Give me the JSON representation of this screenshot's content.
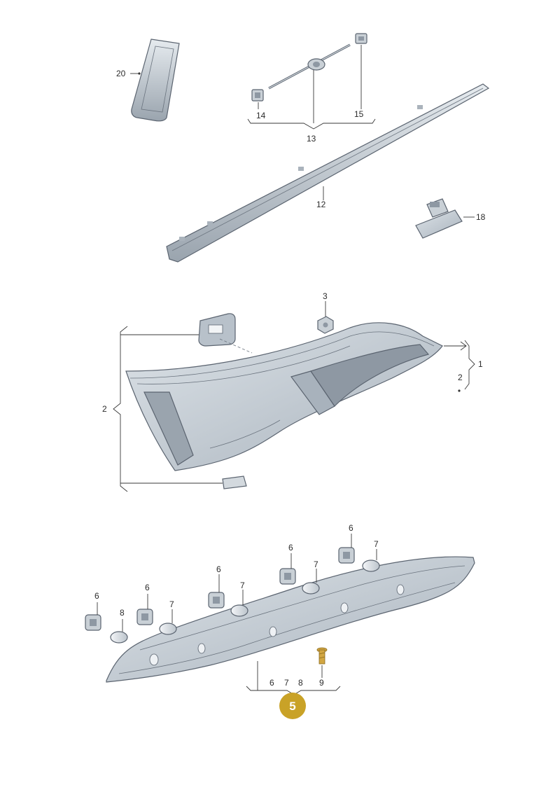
{
  "diagram": {
    "callouts": {
      "c20": "20",
      "c14": "14",
      "c13": "13",
      "c15": "15",
      "c12": "12",
      "c18": "18",
      "c3": "3",
      "c1": "1",
      "c2_right": "2",
      "c2_left": "2",
      "c6_a": "6",
      "c8_a": "8",
      "c6_b": "6",
      "c7_b": "7",
      "c6_c": "6",
      "c7_c": "7",
      "c6_d": "6",
      "c7_d": "7",
      "c6_e": "6",
      "c7_e": "7",
      "c6_f": "6",
      "c7_f": "7",
      "c8_f": "8",
      "c9": "9"
    },
    "badge": {
      "label": "5",
      "color": "#c9a227"
    },
    "colors": {
      "part_fill": "#c4ccd4",
      "part_dark": "#8e98a3",
      "part_light": "#e3e8ec",
      "screw": "#d2a642"
    }
  }
}
